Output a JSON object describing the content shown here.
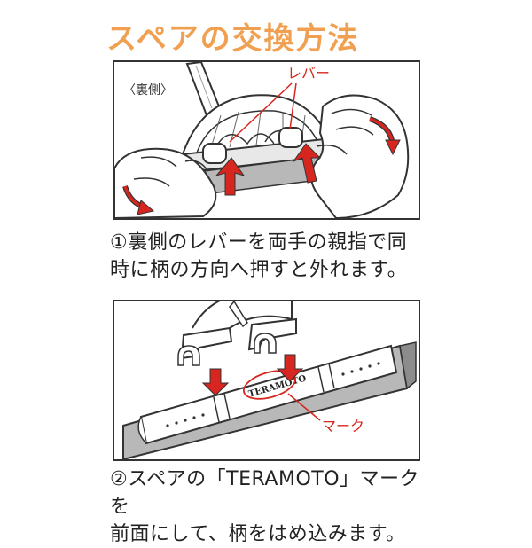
{
  "colors": {
    "title": "#f0a050",
    "accent_red": "#d6261f",
    "line": "#333333"
  },
  "title": "スペアの交換方法",
  "step1": {
    "view_label": "〈裏側〉",
    "lever_label": "レバー",
    "caption_line1": "①裏側のレバーを両手の親指で同",
    "caption_line2": "時に柄の方向へ押すと外れます。"
  },
  "step2": {
    "brand_text": "TERAMOTO",
    "mark_label": "マーク",
    "caption_line1": "②スペアの「TERAMOTO」マークを",
    "caption_line2": "前面にして、柄をはめ込みます。"
  }
}
